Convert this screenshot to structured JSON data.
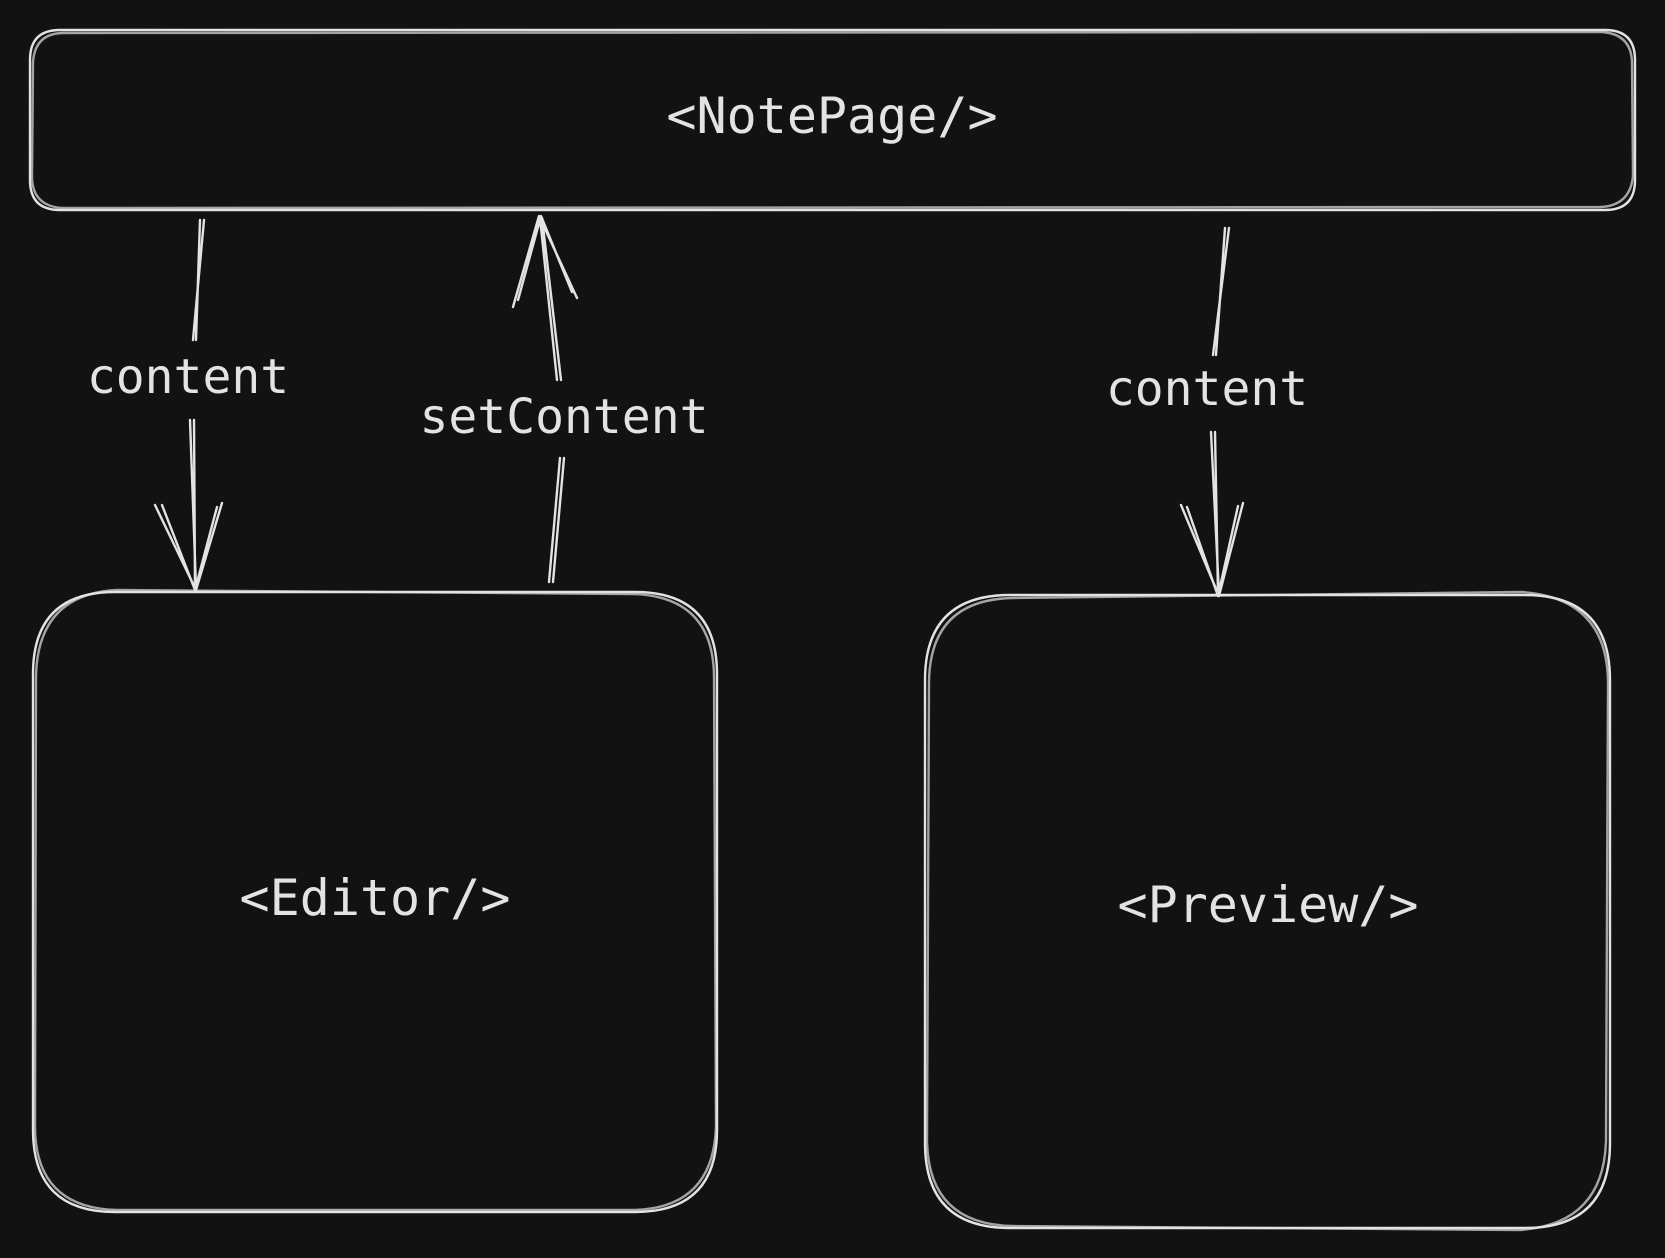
{
  "colors": {
    "background": "#121212",
    "stroke": "#e3e3e3",
    "text": "#e3e3e3"
  },
  "nodes": {
    "notepage": {
      "label": "<NotePage/>"
    },
    "editor": {
      "label": "<Editor/>"
    },
    "preview": {
      "label": "<Preview/>"
    }
  },
  "edges": {
    "content_to_editor": {
      "label": "content",
      "from": "notepage",
      "to": "editor"
    },
    "set_content": {
      "label": "setContent",
      "from": "editor",
      "to": "notepage"
    },
    "content_to_preview": {
      "label": "content",
      "from": "notepage",
      "to": "preview"
    }
  }
}
